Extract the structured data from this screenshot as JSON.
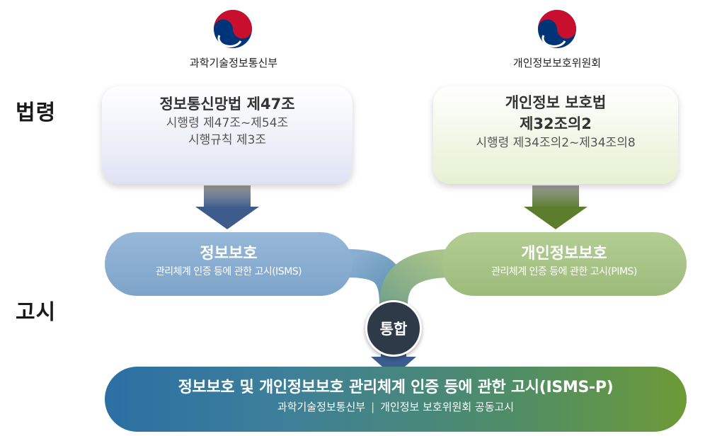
{
  "labels": {
    "law": "법령",
    "notice": "고시"
  },
  "ministries": {
    "left": "과학기술정보통신부",
    "right": "개인정보보호위원회"
  },
  "laws": {
    "left": {
      "title": "정보통신망법 제47조",
      "line2": "시행령 제47조~제54조",
      "line3": "시행규칙 제3조"
    },
    "right": {
      "title": "개인정보 보호법",
      "line2": "제32조의2",
      "line3": "시행령 제34조의2~제34조의8"
    }
  },
  "notices": {
    "left": {
      "title": "정보보호",
      "subtitle": "관리체계 인증 등에 관한 고시(ISMS)"
    },
    "right": {
      "title": "개인정보보호",
      "subtitle": "관리체계 인증 등에 관한 고시(PIMS)"
    }
  },
  "merge": {
    "label": "통합"
  },
  "final": {
    "title": "정보보호 및 개인정보보호 관리체계 인증 등에 관한 고시(ISMS-P)",
    "org1": "과학기술정보통신부",
    "separator": "|",
    "org2": "개인정보 보호위원회 공동고시"
  },
  "colors": {
    "left_pill": "#8aaed0",
    "right_pill": "#a9c48a",
    "emblem_red": "#c8102e",
    "emblem_blue": "#003478",
    "final_left": "#2b6fa4",
    "final_right": "#6d9a37"
  },
  "icons": {
    "emblem": "korea-government-taegeuk-emblem"
  }
}
